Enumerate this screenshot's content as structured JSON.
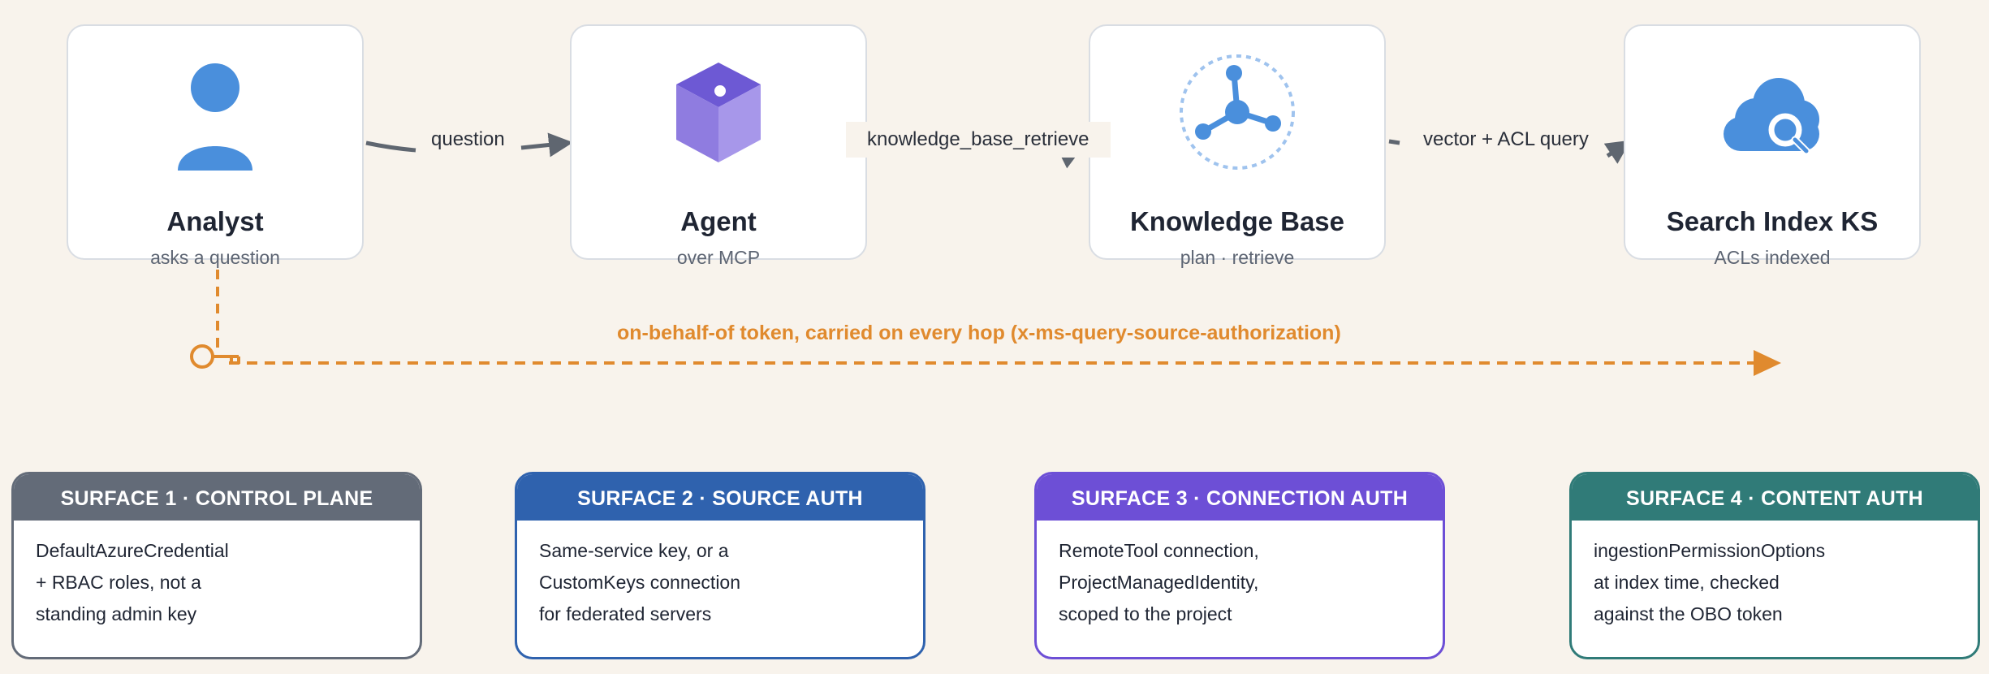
{
  "nodes": [
    {
      "title": "Analyst",
      "subtitle": "asks a question",
      "icon": "person-icon"
    },
    {
      "title": "Agent",
      "subtitle": "over MCP",
      "icon": "cube-icon"
    },
    {
      "title": "Knowledge Base",
      "subtitle": "plan · retrieve",
      "icon": "network-icon"
    },
    {
      "title": "Search Index KS",
      "subtitle": "ACLs indexed",
      "icon": "cloud-search-icon"
    }
  ],
  "edges": [
    {
      "label": "question"
    },
    {
      "label": "knowledge_base_retrieve"
    },
    {
      "label": "vector + ACL query"
    }
  ],
  "token_flow": {
    "label": "on-behalf-of token, carried on every hop (x-ms-query-source-authorization)",
    "icon": "key-icon"
  },
  "surfaces": [
    {
      "header": "SURFACE 1 · CONTROL PLANE",
      "lines": [
        "DefaultAzureCredential",
        "+ RBAC roles, not a",
        "standing admin key"
      ]
    },
    {
      "header": "SURFACE 2 · SOURCE AUTH",
      "lines": [
        "Same-service key, or a",
        "CustomKeys connection",
        "for federated servers"
      ]
    },
    {
      "header": "SURFACE 3 · CONNECTION AUTH",
      "lines": [
        "RemoteTool connection,",
        "ProjectManagedIdentity,",
        "scoped to the project"
      ]
    },
    {
      "header": "SURFACE 4 · CONTENT AUTH",
      "lines": [
        "ingestionPermissionOptions",
        "at index time, checked",
        "against the OBO token"
      ]
    }
  ],
  "colors": {
    "background": "#f8f3ec",
    "edge": "#5f6670",
    "token": "#e08a2e",
    "icon_blue": "#4a8fdc",
    "agent_purple": "#8f7ce0",
    "surface_1": "#636b78",
    "surface_2": "#2f62ae",
    "surface_3": "#6d4fd6",
    "surface_4": "#307b78"
  }
}
